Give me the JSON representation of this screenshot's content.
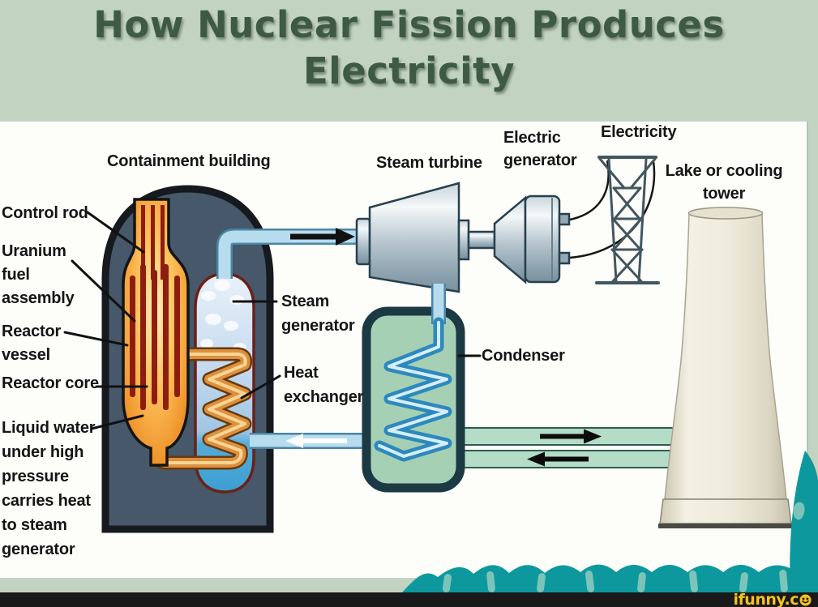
{
  "title": {
    "line1": "How Nuclear Fission Produces",
    "line2": "Electricity"
  },
  "labels": {
    "containment_building": "Containment building",
    "steam_turbine": "Steam turbine",
    "electric_generator": [
      "Electric",
      "generator"
    ],
    "electricity": "Electricity",
    "lake_or_cooling_tower": [
      "Lake or cooling",
      "tower"
    ],
    "control_rod": "Control rod",
    "uranium_fuel_assembly": [
      "Uranium",
      "fuel",
      "assembly"
    ],
    "reactor_vessel": [
      "Reactor",
      "vessel"
    ],
    "reactor_core": "Reactor core",
    "liquid_water_note": [
      "Liquid water",
      "under high",
      "pressure",
      "carries heat",
      "to steam",
      "generator"
    ],
    "steam_generator": [
      "Steam",
      "generator"
    ],
    "heat_exchanger": [
      "Heat",
      "exchanger"
    ],
    "condenser": "Condenser"
  },
  "watermark": {
    "text": "ifunny.c"
  },
  "icons": {
    "steam_flow_arrow": "arrow-right-black",
    "feedwater_flow_arrow": "arrow-left-white",
    "cooling_out_arrow": "arrow-right-black",
    "cooling_return_arrow": "arrow-left-black",
    "smiley": "smiley-face"
  },
  "colors": {
    "background": "#c3d3c2",
    "panel": "#fdfdfa",
    "title_text": "#3e5a45",
    "label_text": "#151515",
    "containment_fill": "#46586a",
    "containment_border": "#16191d",
    "reactor_orange": "#ee9026",
    "control_rod_red": "#8e1d10",
    "coil_orange": "#dc9040",
    "steam_generator_border": "#6b2018",
    "steam_pipe_blue": "#b7dcee",
    "water_blue": "#3d9fd2",
    "metal_gray": "#b6c5ce",
    "condenser_fill": "#a6d0b4",
    "condenser_border": "#1c3a44",
    "condenser_coil_blue": "#2d89bd",
    "cooling_pipe_green": "#b5dcc6",
    "cooling_tower_cream": "#eeeadb",
    "teal_decoration": "#0d989e",
    "bottom_bar": "#191919",
    "watermark_yellow": "#f6c31c"
  }
}
